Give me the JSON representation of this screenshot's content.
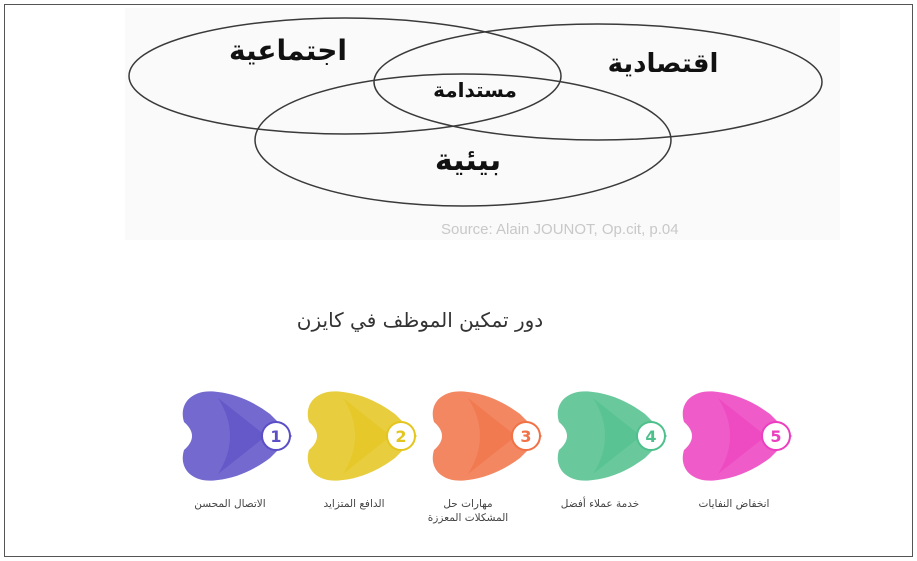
{
  "venn": {
    "social": "اجتماعية",
    "economic": "اقتصادية",
    "environmental": "بيئية",
    "sustainable": "مستدامة",
    "source": "Source: Alain JOUNOT, Op.cit, p.04"
  },
  "kaizen": {
    "title": "دور تمكين الموظف في كايزن",
    "steps": [
      {
        "number": "1",
        "label": "الاتصال المحسن",
        "color": "#5b4fc6"
      },
      {
        "number": "2",
        "label": "الدافع المتزايد",
        "color": "#e4c51d"
      },
      {
        "number": "3",
        "label": "مهارات حل المشكلات المعززة",
        "color": "#f07246"
      },
      {
        "number": "4",
        "label": "خدمة عملاء أفضل",
        "color": "#4fc08c"
      },
      {
        "number": "5",
        "label": "انخفاض النفايات",
        "color": "#ec3fc0"
      }
    ]
  }
}
